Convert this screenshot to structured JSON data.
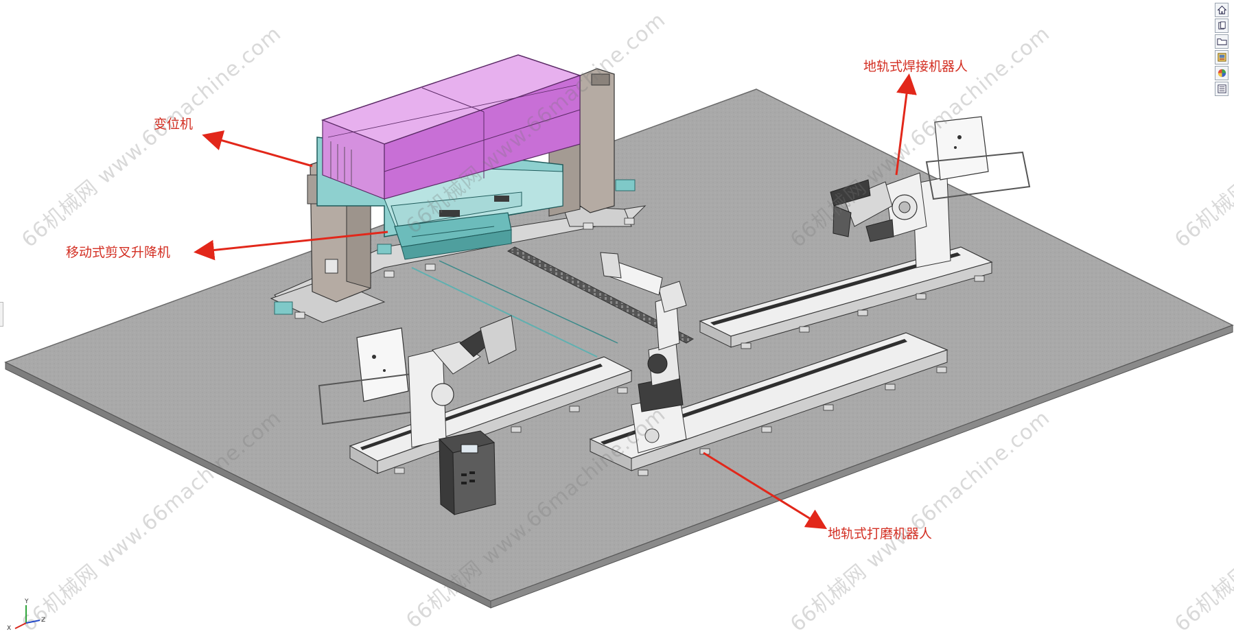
{
  "labels": {
    "positioner": "变位机",
    "scissor_lift": "移动式剪叉升降机",
    "welding_robot": "地轨式焊接机器人",
    "grinding_robot": "地轨式打磨机器人"
  },
  "watermark": {
    "text": "66机械网 www.66machine.com"
  },
  "triad": {
    "x": "X",
    "y": "Y",
    "z": "Z"
  },
  "toolbar": {
    "icons": [
      "home-icon",
      "parts-icon",
      "folder-icon",
      "appearance-icon",
      "color-wheel-icon",
      "list-icon"
    ]
  },
  "colors": {
    "floor": "#a9a9a9",
    "floor_edge": "#6a6a6a",
    "workpiece": "#c86fd6",
    "positioner_frame": "#8ed0cf",
    "positioner_body": "#b5aba3",
    "rail": "#eeeeee",
    "callout": "#d32f23",
    "arrow": "#e2271a"
  }
}
